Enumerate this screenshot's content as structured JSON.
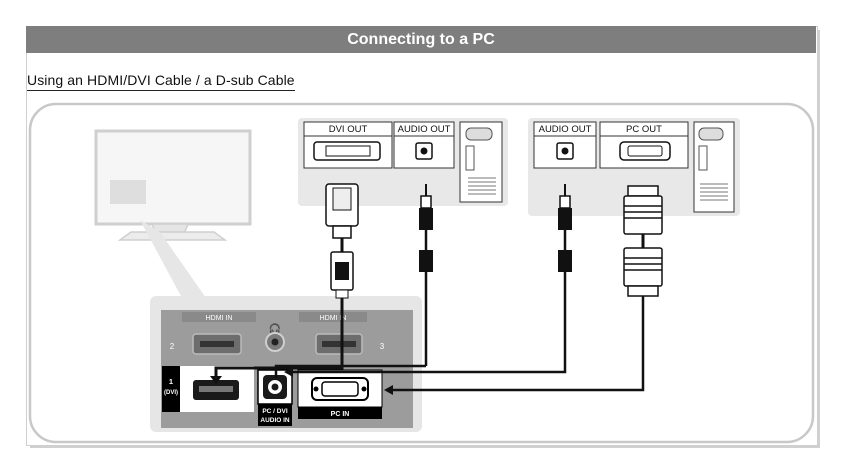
{
  "header": {
    "title": "Connecting to a PC"
  },
  "subtitle": "Using an HDMI/DVI Cable / a D-sub Cable",
  "pc_left": {
    "dvi_out_label": "DVI OUT",
    "audio_out_label": "AUDIO OUT"
  },
  "pc_right": {
    "audio_out_label": "AUDIO OUT",
    "pc_out_label": "PC OUT"
  },
  "tv_panel": {
    "hdmi_in_label_left": "HDMI IN",
    "hdmi_in_label_right": "HDMI IN",
    "port_2_label": "2",
    "port_3_label": "3",
    "port_1_label": "1",
    "port_1_sub_label": "(DVI)",
    "pc_dvi_audio_label_line1": "PC / DVI",
    "pc_dvi_audio_label_line2": "AUDIO IN",
    "pc_in_label": "PC IN"
  },
  "colors": {
    "header_bg": "#7e7e7e",
    "panel_bg": "#e6e6e6",
    "port_panel": "#9c9c9c"
  }
}
